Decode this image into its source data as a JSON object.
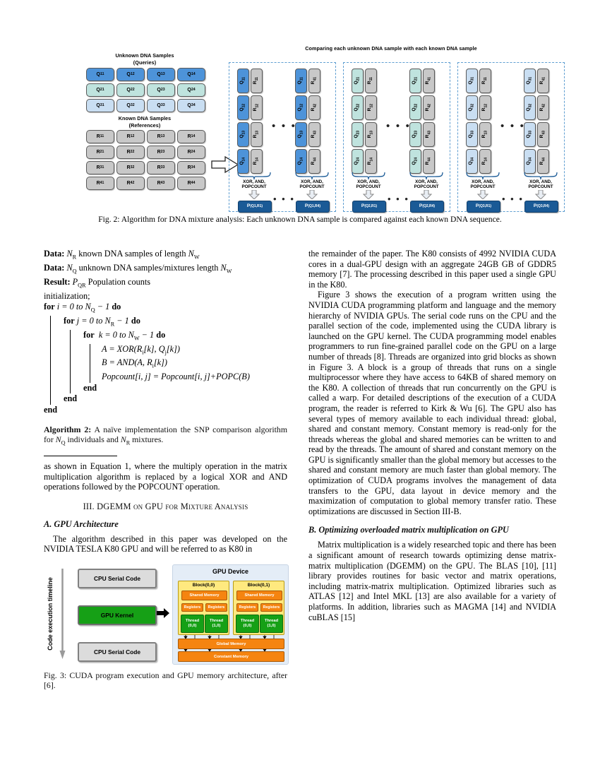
{
  "figure2": {
    "queries_title": "Unknown DNA Samples\n(Queries)",
    "queries_title_l1": "Unknown DNA Samples",
    "queries_title_l2": "(Queries)",
    "refs_title_l1": "Known DNA Samples",
    "refs_title_l2": "(References)",
    "compare_title": "Comparing each unknown DNA sample with each known DNA sample",
    "query_rows": [
      {
        "color": "#4d93d9",
        "cells": [
          "Q11",
          "Q12",
          "Q13",
          "Q14"
        ]
      },
      {
        "color": "#bfe3de",
        "cells": [
          "Q21",
          "Q22",
          "Q23",
          "Q24"
        ]
      },
      {
        "color": "#c9def2",
        "cells": [
          "Q31",
          "Q32",
          "Q33",
          "Q34"
        ]
      }
    ],
    "reference_rows": [
      {
        "color": "#c8c8c8",
        "cells": [
          "R11",
          "R12",
          "R13",
          "R14"
        ]
      },
      {
        "color": "#c8c8c8",
        "cells": [
          "R21",
          "R22",
          "R23",
          "R24"
        ]
      },
      {
        "color": "#c8c8c8",
        "cells": [
          "R31",
          "R32",
          "R33",
          "R34"
        ]
      },
      {
        "color": "#c8c8c8",
        "cells": [
          "R41",
          "R42",
          "R43",
          "R44"
        ]
      }
    ],
    "op_label_l1": "XOR, AND,",
    "op_label_l2": "POPCOUNT",
    "ellipsis": "• • •",
    "panels": [
      {
        "query_color": "#4d93d9",
        "left_column": {
          "q": [
            "Q11",
            "Q12",
            "Q13",
            "Q14"
          ],
          "r": [
            "R11",
            "R12",
            "R13",
            "R14"
          ]
        },
        "right_column": {
          "q": [
            "Q11",
            "Q12",
            "Q13",
            "Q14"
          ],
          "r": [
            "R41",
            "R42",
            "R43",
            "R44"
          ]
        },
        "result_left": "P(Q1,R1)",
        "result_right": "P(Q1,R4)"
      },
      {
        "query_color": "#bfe3de",
        "left_column": {
          "q": [
            "Q21",
            "Q22",
            "Q23",
            "Q24"
          ],
          "r": [
            "R11",
            "R12",
            "R13",
            "R14"
          ]
        },
        "right_column": {
          "q": [
            "Q21",
            "Q22",
            "Q23",
            "Q24"
          ],
          "r": [
            "R41",
            "R42",
            "R43",
            "R44"
          ]
        },
        "result_left": "P(Q2,R1)",
        "result_right": "P(Q2,R4)"
      },
      {
        "query_color": "#c9def2",
        "left_column": {
          "q": [
            "Q31",
            "Q32",
            "Q33",
            "Q34"
          ],
          "r": [
            "R11",
            "R12",
            "R13",
            "R14"
          ]
        },
        "right_column": {
          "q": [
            "Q31",
            "Q32",
            "Q33",
            "Q34"
          ],
          "r": [
            "R41",
            "R42",
            "R43",
            "R44"
          ]
        },
        "result_left": "P(Q3,R1)",
        "result_right": "P(Q3,R4)"
      }
    ],
    "caption": "Fig. 2: Algorithm for DNA mixture analysis: Each unknown DNA sample is compared against each known DNA sequence."
  },
  "algorithm": {
    "data1_label": "Data:",
    "data1_text": " N_R known DNA samples of length N_W",
    "data2_label": "Data:",
    "data2_text": " N_Q unknown DNA samples/mixtures length N_W",
    "result_label": "Result:",
    "result_text": " P_QR Population counts",
    "init": "initialization;",
    "for_i": "for i = 0 to N_Q − 1 do",
    "for_j": "for j = 0 to N_R − 1 do",
    "for_k": "for  k = 0 to N_W − 1 do",
    "line_a": "A = XOR(R_i[k], Q_j[k])",
    "line_b": "B = AND(A, R_i[k])",
    "line_pop": "Popcount[i, j] = Popcount[i, j]+POPC(B)",
    "end1": "end",
    "end2": "end",
    "end3": "end",
    "caption_label": "Algorithm 2:",
    "caption_text": " A naïve implementation the SNP comparison algorithm for N_Q individuals and N_R mixtures."
  },
  "left_column": {
    "para1": "as shown in Equation 1, where the multiply operation in the matrix multiplication algorithm is replaced by a logical XOR and AND operations followed by the POPCOUNT operation.",
    "section_number": "III.",
    "section_title": "DGEMM on GPU for Mixture Analysis",
    "subsection_label": "A.",
    "subsection_title": "GPU Architecture",
    "para2": "The algorithm described in this paper was developed on the NVIDIA TESLA K80 GPU and will be referred to as K80 in"
  },
  "figure3": {
    "timeline_label": "Code execution timeline",
    "cpu_top": "CPU Serial Code",
    "gpu_kernel": "GPU Kernel",
    "cpu_bottom": "CPU Serial Code",
    "device_title": "GPU Device",
    "blocks": [
      {
        "title": "Block(0,0)",
        "shared_memory": "Shared Memory",
        "registers": [
          "Registers",
          "Registers"
        ],
        "threads": [
          {
            "name": "Thread",
            "id": "(0,0)"
          },
          {
            "name": "Thread",
            "id": "(1,0)"
          }
        ]
      },
      {
        "title": "Block(0,1)",
        "shared_memory": "Shared Memory",
        "registers": [
          "Registers",
          "Registers"
        ],
        "threads": [
          {
            "name": "Thread",
            "id": "(0,0)"
          },
          {
            "name": "Thread",
            "id": "(1,0)"
          }
        ]
      }
    ],
    "global_memory": "Global Memory",
    "constant_memory": "Constant Memory",
    "caption": "Fig. 3: CUDA program execution and GPU memory architecture, after [6]."
  },
  "right_column": {
    "para1": "the remainder of the paper. The K80 consists of 4992 NVIDIA CUDA cores in a dual-GPU design with an aggregate 24GB GB of GDDR5 memory [7]. The processing described in this paper used a single GPU in the K80.",
    "para2": "Figure 3 shows the execution of a program written using the NVIDIA CUDA programming platform and language and the memory hierarchy of NVIDIA GPUs. The serial code runs on the CPU and the parallel section of the code, implemented using the CUDA library is launched on the GPU kernel. The CUDA programming model enables programmers to run fine-grained parallel code on the GPU on a large number of threads [8]. Threads are organized into grid blocks as shown in Figure 3. A block is a group of threads that runs on a single multiprocessor where they have access to 64KB of shared memory on the K80. A collection of threads that run concurrently on the GPU is called a warp. For detailed descriptions of the execution of a CUDA program, the reader is referred to Kirk & Wu [6]. The GPU also has several types of memory available to each individual thread: global, shared and constant memory. Constant memory is read-only for the threads whereas the global and shared memories can be written to and read by the threads. The amount of shared and constant memory on the GPU is significantly smaller than the global memory but accesses to the shared and constant memory are much faster than global memory. The optimization of CUDA programs involves the management of data transfers to the GPU, data layout in device memory and the maximization of computation to global memory transfer ratio. These optimizations are discussed in Section III-B.",
    "subsection_label": "B.",
    "subsection_title": "Optimizing overloaded matrix multiplication on GPU",
    "para3": "Matrix multiplication is a widely researched topic and there has been a significant amount of research towards optimizing dense matrix-matrix multiplication (DGEMM) on the GPU. The BLAS [10], [11] library provides routines for basic vector and matrix operations, including matrix-matrix multiplication. Optimized libraries such as ATLAS [12] and Intel MKL [13] are also available for a variety of platforms. In addition, libraries such as MAGMA [14] and NVIDIA cuBLAS [15]"
  }
}
